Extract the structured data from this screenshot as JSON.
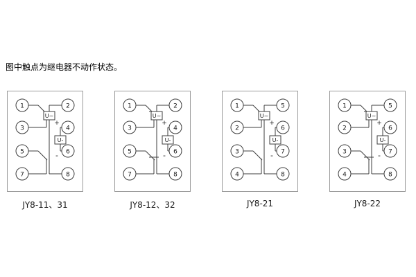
{
  "note": "图中触点为继电器不动作状态。",
  "style": {
    "page_background": "#ffffff",
    "wire_color": "#3c3c3c",
    "box_border_color": "#9a9a9a",
    "text_color": "#1a1a1a"
  },
  "diagrams": [
    {
      "label": "JY8-11、31",
      "contact_kind": "NO",
      "left_terminals": [
        "1",
        "3",
        "5",
        "7"
      ],
      "right_terminals": [
        "2",
        "4",
        "6",
        "8"
      ],
      "ac_coil_label": "U~",
      "dc_coil_label": "U-",
      "plus": "+",
      "minus": "-"
    },
    {
      "label": "JY8-12、32",
      "contact_kind": "NC",
      "left_terminals": [
        "1",
        "3",
        "5",
        "7"
      ],
      "right_terminals": [
        "2",
        "4",
        "6",
        "8"
      ],
      "ac_coil_label": "U~",
      "dc_coil_label": "U-",
      "plus": "+",
      "minus": "-"
    },
    {
      "label": "JY8-21",
      "contact_kind": "NO",
      "left_terminals": [
        "1",
        "2",
        "3",
        "4"
      ],
      "right_terminals": [
        "5",
        "6",
        "7",
        "8"
      ],
      "ac_coil_label": "U~",
      "dc_coil_label": "U-",
      "plus": "+",
      "minus": "-"
    },
    {
      "label": "JY8-22",
      "contact_kind": "NC",
      "left_terminals": [
        "1",
        "2",
        "3",
        "4"
      ],
      "right_terminals": [
        "5",
        "6",
        "7",
        "8"
      ],
      "ac_coil_label": "U~",
      "dc_coil_label": "U-",
      "plus": "+",
      "minus": "-"
    }
  ]
}
